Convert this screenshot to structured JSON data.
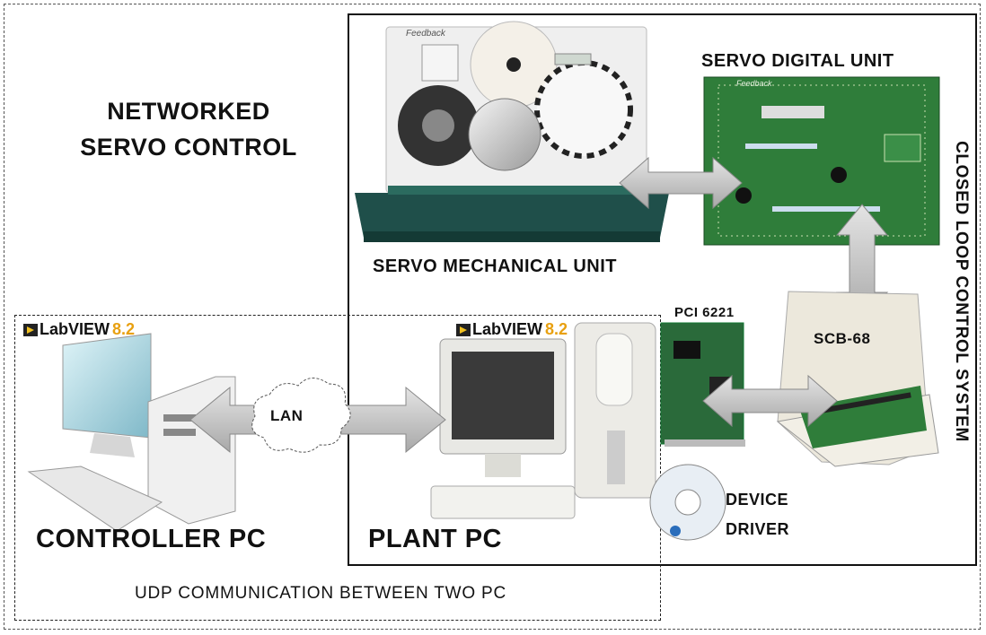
{
  "title": [
    "NETWORKED",
    "SERVO CONTROL"
  ],
  "labels": {
    "servo_digital_unit": "SERVO DIGITAL UNIT",
    "servo_mechanical_unit": "SERVO MECHANICAL UNIT",
    "pci": "PCI 6221",
    "scb": "SCB-68",
    "lan": "LAN",
    "device_driver": [
      "DEVICE",
      "DRIVER"
    ],
    "controller_pc": "CONTROLLER PC",
    "plant_pc": "PLANT PC",
    "udp": "UDP COMMUNICATION BETWEEN TWO PC",
    "closed_loop": "CLOSED LOOP CONTROL SYSTEM"
  },
  "labview": {
    "name": "LabVIEW",
    "version": "8.2"
  },
  "brand": {
    "feedback": "Feedback"
  },
  "colors": {
    "pcb": "#2f7d3a",
    "arrow": "#bdbdbd",
    "labview_version": "#e8a010"
  }
}
